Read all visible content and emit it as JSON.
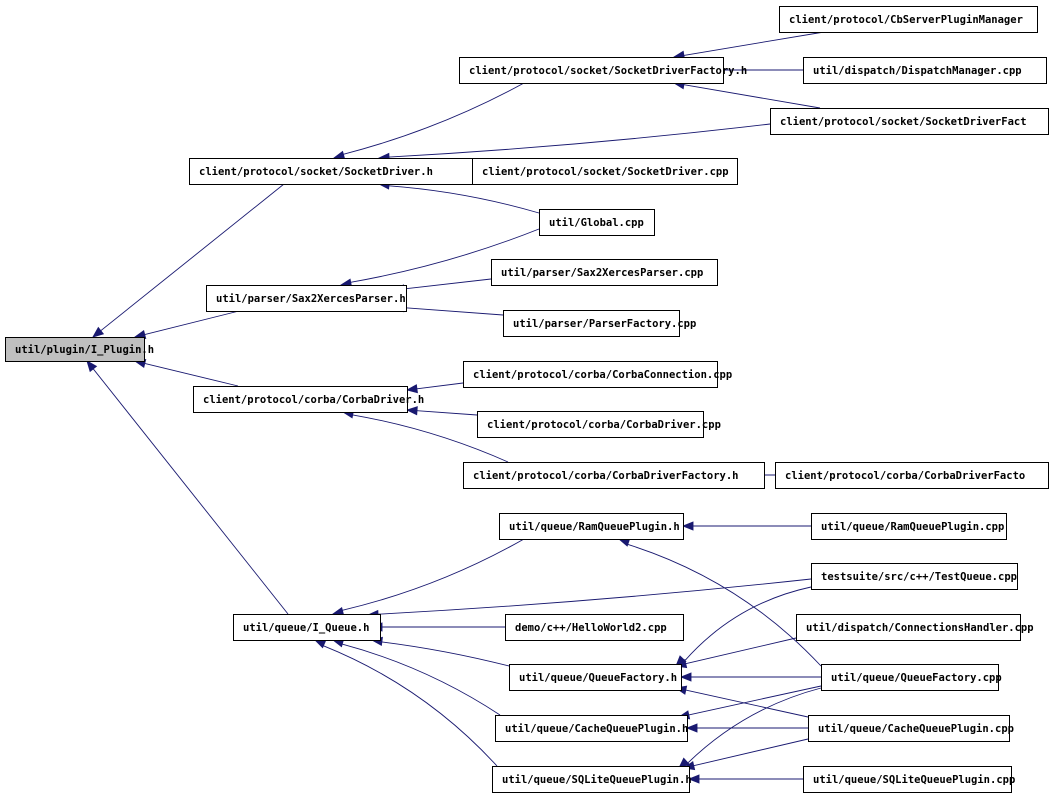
{
  "graph": {
    "root": "n0",
    "nodes": [
      {
        "id": "n0",
        "label": "util/plugin/I_Plugin.h",
        "root": true
      },
      {
        "id": "n1",
        "label": "client/protocol/socket/SocketDriver.h"
      },
      {
        "id": "n2",
        "label": "client/protocol/socket/SocketDriverFactory.h"
      },
      {
        "id": "n3",
        "label": "client/protocol/CbServerPluginManager"
      },
      {
        "id": "n4",
        "label": "util/dispatch/DispatchManager.cpp"
      },
      {
        "id": "n5",
        "label": "client/protocol/socket/SocketDriverFact"
      },
      {
        "id": "n6",
        "label": "client/protocol/socket/SocketDriver.cpp"
      },
      {
        "id": "n7",
        "label": "util/Global.cpp"
      },
      {
        "id": "n8",
        "label": "util/parser/Sax2XercesParser.h"
      },
      {
        "id": "n9",
        "label": "util/parser/Sax2XercesParser.cpp"
      },
      {
        "id": "n10",
        "label": "util/parser/ParserFactory.cpp"
      },
      {
        "id": "n11",
        "label": "client/protocol/corba/CorbaDriver.h"
      },
      {
        "id": "n12",
        "label": "client/protocol/corba/CorbaConnection.cpp"
      },
      {
        "id": "n13",
        "label": "client/protocol/corba/CorbaDriver.cpp"
      },
      {
        "id": "n14",
        "label": "client/protocol/corba/CorbaDriverFactory.h"
      },
      {
        "id": "n15",
        "label": "client/protocol/corba/CorbaDriverFacto"
      },
      {
        "id": "n16",
        "label": "util/queue/I_Queue.h"
      },
      {
        "id": "n17",
        "label": "util/queue/RamQueuePlugin.h"
      },
      {
        "id": "n18",
        "label": "util/queue/RamQueuePlugin.cpp"
      },
      {
        "id": "n19",
        "label": "testsuite/src/c++/TestQueue.cpp"
      },
      {
        "id": "n20",
        "label": "demo/c++/HelloWorld2.cpp"
      },
      {
        "id": "n21",
        "label": "util/dispatch/ConnectionsHandler.cpp"
      },
      {
        "id": "n22",
        "label": "util/queue/QueueFactory.h"
      },
      {
        "id": "n23",
        "label": "util/queue/QueueFactory.cpp"
      },
      {
        "id": "n24",
        "label": "util/queue/CacheQueuePlugin.h"
      },
      {
        "id": "n25",
        "label": "util/queue/CacheQueuePlugin.cpp"
      },
      {
        "id": "n26",
        "label": "util/queue/SQLiteQueuePlugin.h"
      },
      {
        "id": "n27",
        "label": "util/queue/SQLiteQueuePlugin.cpp"
      }
    ],
    "edges": [
      {
        "from": "n1",
        "to": "n0"
      },
      {
        "from": "n8",
        "to": "n0"
      },
      {
        "from": "n11",
        "to": "n0"
      },
      {
        "from": "n16",
        "to": "n0"
      },
      {
        "from": "n2",
        "to": "n1"
      },
      {
        "from": "n5",
        "to": "n1"
      },
      {
        "from": "n6",
        "to": "n1"
      },
      {
        "from": "n7",
        "to": "n1"
      },
      {
        "from": "n3",
        "to": "n2"
      },
      {
        "from": "n4",
        "to": "n2"
      },
      {
        "from": "n5",
        "to": "n2"
      },
      {
        "from": "n7",
        "to": "n8"
      },
      {
        "from": "n9",
        "to": "n8"
      },
      {
        "from": "n10",
        "to": "n8"
      },
      {
        "from": "n12",
        "to": "n11"
      },
      {
        "from": "n13",
        "to": "n11"
      },
      {
        "from": "n14",
        "to": "n11"
      },
      {
        "from": "n15",
        "to": "n14"
      },
      {
        "from": "n17",
        "to": "n16"
      },
      {
        "from": "n19",
        "to": "n16"
      },
      {
        "from": "n20",
        "to": "n16"
      },
      {
        "from": "n22",
        "to": "n16"
      },
      {
        "from": "n24",
        "to": "n16"
      },
      {
        "from": "n26",
        "to": "n16"
      },
      {
        "from": "n18",
        "to": "n17"
      },
      {
        "from": "n23",
        "to": "n17"
      },
      {
        "from": "n19",
        "to": "n22"
      },
      {
        "from": "n21",
        "to": "n22"
      },
      {
        "from": "n23",
        "to": "n22"
      },
      {
        "from": "n25",
        "to": "n22"
      },
      {
        "from": "n23",
        "to": "n24"
      },
      {
        "from": "n25",
        "to": "n24"
      },
      {
        "from": "n23",
        "to": "n26"
      },
      {
        "from": "n25",
        "to": "n26"
      },
      {
        "from": "n27",
        "to": "n26"
      }
    ]
  }
}
